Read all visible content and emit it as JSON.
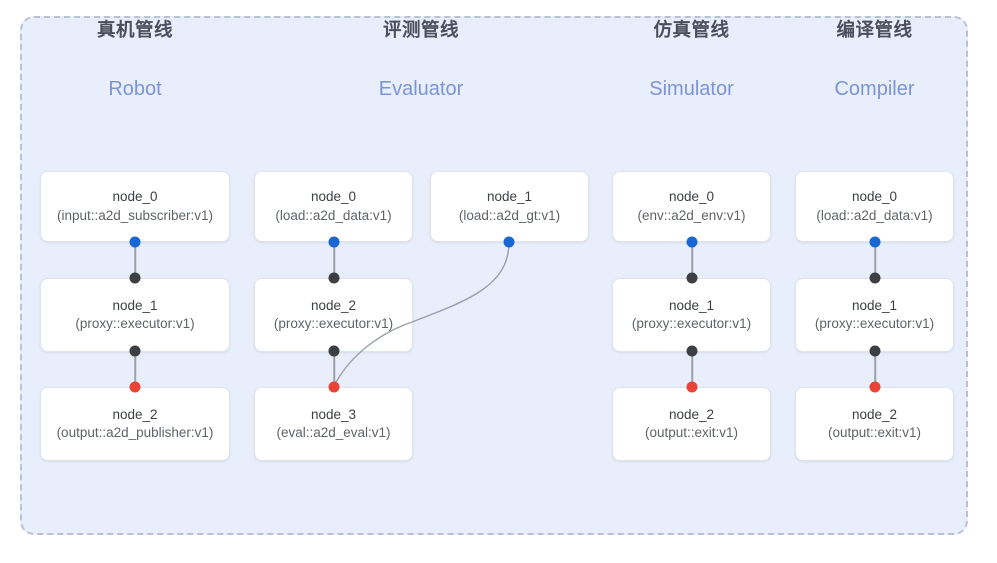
{
  "diagram": {
    "background_color": "#e8eefb",
    "frame_border_color": "#b9c1d4",
    "node_fill": "#ffffff",
    "node_border": "#dfe3ea",
    "edge_color": "#9aa0a6",
    "title_color": "#4a4f5c",
    "subtitle_color": "#7d93d8",
    "port_colors": {
      "output_blue": "#1967d2",
      "output_red": "#ea4335",
      "input_dark": "#3c4043"
    }
  },
  "columns": [
    {
      "title": "真机管线",
      "subtitle": "Robot",
      "nodes": [
        {
          "name": "node_0",
          "spec": "(input::a2d_subscriber:v1)"
        },
        {
          "name": "node_1",
          "spec": "(proxy::executor:v1)"
        },
        {
          "name": "node_2",
          "spec": "(output::a2d_publisher:v1)"
        }
      ]
    },
    {
      "title": "评测管线",
      "subtitle": "Evaluator",
      "nodes": [
        {
          "name": "node_0",
          "spec": "(load::a2d_data:v1)"
        },
        {
          "name": "node_1",
          "spec": "(load::a2d_gt:v1)"
        },
        {
          "name": "node_2",
          "spec": "(proxy::executor:v1)"
        },
        {
          "name": "node_3",
          "spec": "(eval::a2d_eval:v1)"
        }
      ]
    },
    {
      "title": "仿真管线",
      "subtitle": "Simulator",
      "nodes": [
        {
          "name": "node_0",
          "spec": "(env::a2d_env:v1)"
        },
        {
          "name": "node_1",
          "spec": "(proxy::executor:v1)"
        },
        {
          "name": "node_2",
          "spec": "(output::exit:v1)"
        }
      ]
    },
    {
      "title": "编译管线",
      "subtitle": "Compiler",
      "nodes": [
        {
          "name": "node_0",
          "spec": "(load::a2d_data:v1)"
        },
        {
          "name": "node_1",
          "spec": "(proxy::executor:v1)"
        },
        {
          "name": "node_2",
          "spec": "(output::exit:v1)"
        }
      ]
    }
  ]
}
